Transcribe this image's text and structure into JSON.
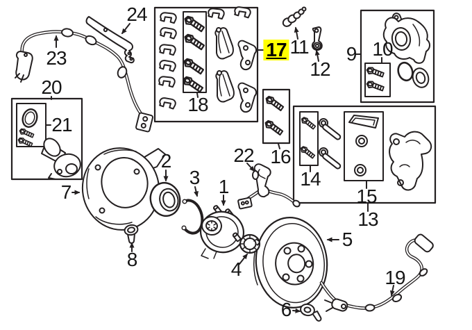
{
  "diagram": {
    "type": "exploded-parts-diagram",
    "colors": {
      "background": "#ffffff",
      "line": "#231f20",
      "highlight_background": "#ffff00",
      "label_text": "#161616",
      "highlight_text": "#000000"
    },
    "highlighted_callout": "17",
    "callouts": [
      {
        "label": "1"
      },
      {
        "label": "2"
      },
      {
        "label": "3"
      },
      {
        "label": "4"
      },
      {
        "label": "5"
      },
      {
        "label": "6"
      },
      {
        "label": "7"
      },
      {
        "label": "8"
      },
      {
        "label": "9"
      },
      {
        "label": "10"
      },
      {
        "label": "11"
      },
      {
        "label": "12"
      },
      {
        "label": "13"
      },
      {
        "label": "14"
      },
      {
        "label": "15"
      },
      {
        "label": "16"
      },
      {
        "label": "17"
      },
      {
        "label": "18"
      },
      {
        "label": "19"
      },
      {
        "label": "20"
      },
      {
        "label": "21"
      },
      {
        "label": "22"
      },
      {
        "label": "23"
      },
      {
        "label": "24"
      }
    ]
  }
}
